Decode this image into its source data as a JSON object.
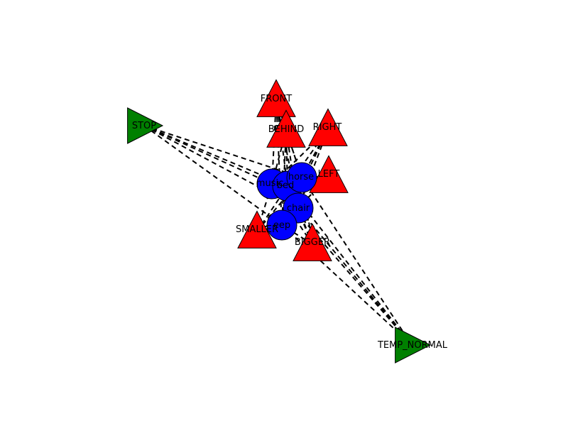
{
  "colors": {
    "object_node": "#0000ff",
    "relation_node": "#ff0000",
    "command_node": "#008000",
    "edge": "#000000"
  },
  "nodes": [
    {
      "id": "stop",
      "label": "STOP",
      "shape": "triangle-right",
      "kind": "command"
    },
    {
      "id": "temp_normal",
      "label": "TEMP_NORMAL",
      "shape": "triangle-right",
      "kind": "command"
    },
    {
      "id": "front",
      "label": "FRONT",
      "shape": "triangle-up",
      "kind": "relation"
    },
    {
      "id": "behind",
      "label": "BEHIND",
      "shape": "triangle-up",
      "kind": "relation"
    },
    {
      "id": "right",
      "label": "RIGHT",
      "shape": "triangle-up",
      "kind": "relation"
    },
    {
      "id": "left",
      "label": "LEFT",
      "shape": "triangle-up",
      "kind": "relation"
    },
    {
      "id": "smaller",
      "label": "SMALLER",
      "shape": "triangle-up",
      "kind": "relation"
    },
    {
      "id": "bigger",
      "label": "BIGGER",
      "shape": "triangle-up",
      "kind": "relation"
    },
    {
      "id": "music",
      "label": "music",
      "shape": "circle",
      "kind": "object"
    },
    {
      "id": "bed",
      "label": "bed",
      "shape": "circle",
      "kind": "object"
    },
    {
      "id": "horse",
      "label": "horse",
      "shape": "circle",
      "kind": "object"
    },
    {
      "id": "chair",
      "label": "chair",
      "shape": "circle",
      "kind": "object"
    },
    {
      "id": "sheep",
      "label": "eep",
      "shape": "circle",
      "kind": "object"
    }
  ],
  "edges": [
    [
      "stop",
      "music"
    ],
    [
      "stop",
      "bed"
    ],
    [
      "stop",
      "horse"
    ],
    [
      "stop",
      "chair"
    ],
    [
      "stop",
      "sheep"
    ],
    [
      "temp_normal",
      "music"
    ],
    [
      "temp_normal",
      "bed"
    ],
    [
      "temp_normal",
      "horse"
    ],
    [
      "temp_normal",
      "chair"
    ],
    [
      "temp_normal",
      "sheep"
    ],
    [
      "front",
      "music"
    ],
    [
      "front",
      "bed"
    ],
    [
      "front",
      "horse"
    ],
    [
      "front",
      "chair"
    ],
    [
      "front",
      "sheep"
    ],
    [
      "behind",
      "music"
    ],
    [
      "behind",
      "bed"
    ],
    [
      "behind",
      "horse"
    ],
    [
      "behind",
      "chair"
    ],
    [
      "behind",
      "sheep"
    ],
    [
      "right",
      "music"
    ],
    [
      "right",
      "bed"
    ],
    [
      "right",
      "horse"
    ],
    [
      "right",
      "chair"
    ],
    [
      "right",
      "sheep"
    ],
    [
      "left",
      "music"
    ],
    [
      "left",
      "bed"
    ],
    [
      "left",
      "horse"
    ],
    [
      "left",
      "chair"
    ],
    [
      "left",
      "sheep"
    ],
    [
      "smaller",
      "music"
    ],
    [
      "smaller",
      "bed"
    ],
    [
      "smaller",
      "horse"
    ],
    [
      "smaller",
      "chair"
    ],
    [
      "smaller",
      "sheep"
    ],
    [
      "bigger",
      "music"
    ],
    [
      "bigger",
      "bed"
    ],
    [
      "bigger",
      "horse"
    ],
    [
      "bigger",
      "chair"
    ],
    [
      "bigger",
      "sheep"
    ]
  ]
}
